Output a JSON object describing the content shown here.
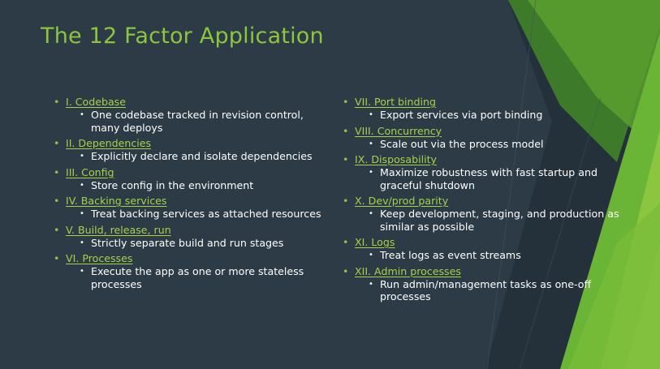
{
  "slide": {
    "title": "The 12 Factor Application",
    "left_column": [
      {
        "label": "I. Codebase",
        "detail": "One codebase tracked in revision control, many deploys"
      },
      {
        "label": "II. Dependencies",
        "detail": "Explicitly declare and isolate dependencies"
      },
      {
        "label": "III. Config",
        "detail": "Store config in the environment"
      },
      {
        "label": "IV. Backing services",
        "detail": "Treat backing services as attached resources"
      },
      {
        "label": "V. Build, release, run",
        "detail": "Strictly separate build and run stages"
      },
      {
        "label": "VI. Processes",
        "detail": "Execute the app as one or more stateless processes"
      }
    ],
    "right_column": [
      {
        "label": "VII. Port binding",
        "detail": "Export services via port binding"
      },
      {
        "label": "VIII. Concurrency",
        "detail": "Scale out via the process model"
      },
      {
        "label": "IX. Disposability",
        "detail": "Maximize robustness with fast startup and graceful shutdown"
      },
      {
        "label": "X. Dev/prod parity",
        "detail": "Keep development, staging, and production as similar as possible"
      },
      {
        "label": "XI. Logs",
        "detail": "Treat logs as event streams"
      },
      {
        "label": "XII. Admin processes",
        "detail": "Run admin/management tasks as one-off processes"
      }
    ]
  },
  "colors": {
    "background": "#2c3b45",
    "accent": "#8cc63f",
    "link": "#a7d14b",
    "text": "#ffffff"
  }
}
